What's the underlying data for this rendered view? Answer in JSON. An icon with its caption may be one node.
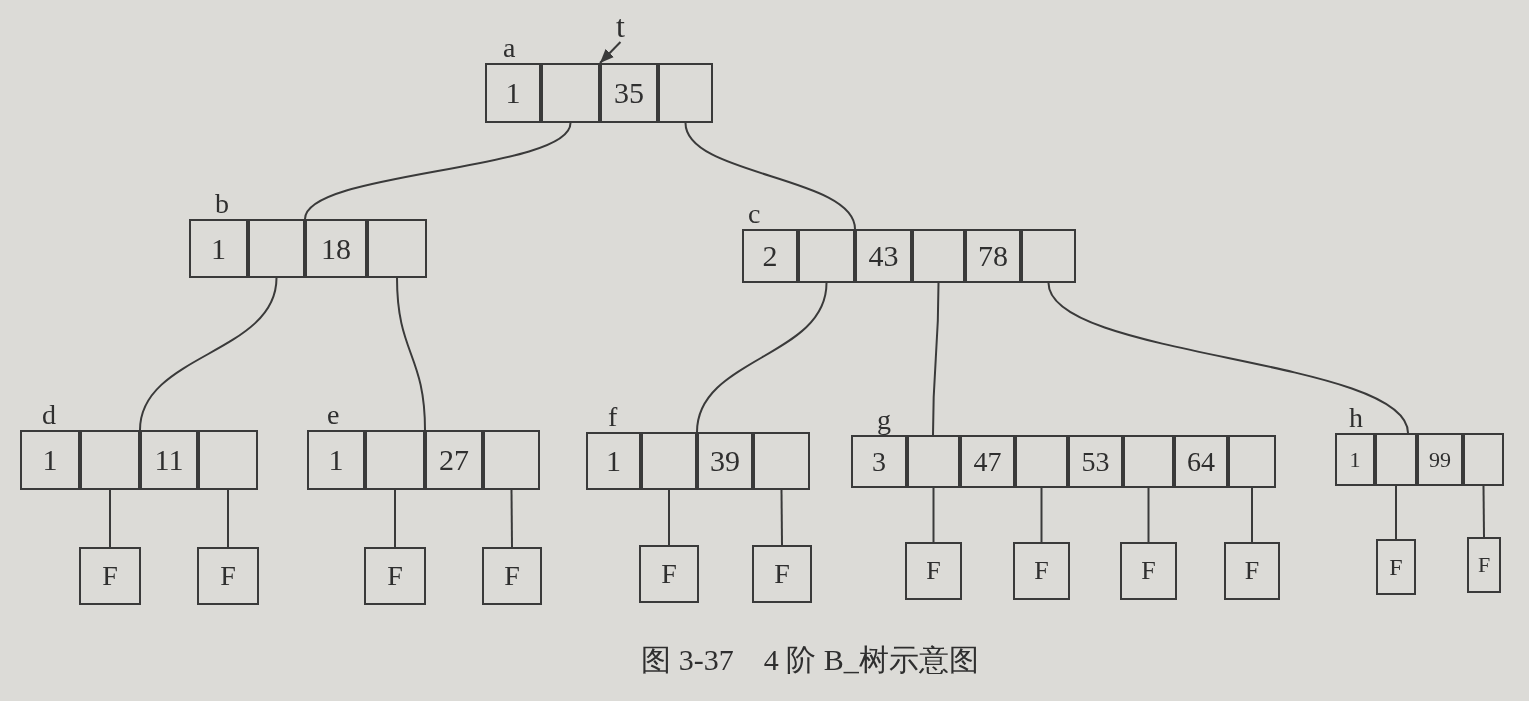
{
  "diagram": {
    "caption": "图 3-37　4 阶 B_树示意图",
    "nodes": [
      {
        "text": [
          "a"
        ]
      },
      {
        "text": [
          "1"
        ],
        "in": 0
      },
      {
        "text": [],
        "shape": "box",
        "in": 0
      },
      {
        "text": [
          "35"
        ],
        "in": 0
      },
      {
        "text": [],
        "shape": "box",
        "in": 0
      },
      {
        "text": [
          "t"
        ]
      },
      {
        "text": [
          "b"
        ]
      },
      {
        "text": [
          "1"
        ],
        "in": 6
      },
      {
        "text": [],
        "shape": "box",
        "in": 6
      },
      {
        "text": [
          "18"
        ],
        "in": 6
      },
      {
        "text": [],
        "shape": "box",
        "in": 6
      },
      {
        "text": [
          "c"
        ]
      },
      {
        "text": [
          "2"
        ],
        "in": 11
      },
      {
        "text": [],
        "shape": "box",
        "in": 11
      },
      {
        "text": [
          "43"
        ],
        "in": 11
      },
      {
        "text": [],
        "shape": "box",
        "in": 11
      },
      {
        "text": [
          "78"
        ],
        "in": 11
      },
      {
        "text": [],
        "shape": "box",
        "in": 11
      },
      {
        "text": [
          "d"
        ]
      },
      {
        "text": [
          "1"
        ],
        "in": 18
      },
      {
        "text": [],
        "shape": "box",
        "in": 18
      },
      {
        "text": [
          "11"
        ],
        "in": 18
      },
      {
        "text": [],
        "shape": "box",
        "in": 18
      },
      {
        "text": [
          "e"
        ]
      },
      {
        "text": [
          "1"
        ],
        "in": 23
      },
      {
        "text": [],
        "shape": "box",
        "in": 23
      },
      {
        "text": [
          "27"
        ],
        "in": 23
      },
      {
        "text": [],
        "shape": "box",
        "in": 23
      },
      {
        "text": [
          "f"
        ]
      },
      {
        "text": [
          "1"
        ],
        "in": 28
      },
      {
        "text": [],
        "shape": "box",
        "in": 28
      },
      {
        "text": [
          "39"
        ],
        "in": 28
      },
      {
        "text": [],
        "shape": "box",
        "in": 28
      },
      {
        "text": [
          "g"
        ]
      },
      {
        "text": [
          "3"
        ],
        "in": 33
      },
      {
        "text": [],
        "shape": "box",
        "in": 33
      },
      {
        "text": [
          "47"
        ],
        "in": 33
      },
      {
        "text": [],
        "shape": "box",
        "in": 33
      },
      {
        "text": [
          "53"
        ],
        "in": 33
      },
      {
        "text": [],
        "shape": "box",
        "in": 33
      },
      {
        "text": [
          "64"
        ],
        "in": 33
      },
      {
        "text": [],
        "shape": "box",
        "in": 33
      },
      {
        "text": [
          "h"
        ]
      },
      {
        "text": [
          "1"
        ],
        "in": 42
      },
      {
        "text": [],
        "shape": "box",
        "in": 42
      },
      {
        "text": [
          "99"
        ],
        "in": 42
      },
      {
        "text": [],
        "shape": "box",
        "in": 42
      },
      {
        "text": [
          "F"
        ]
      },
      {
        "text": [
          "F"
        ]
      },
      {
        "text": [
          "F"
        ]
      },
      {
        "text": [
          "F"
        ]
      },
      {
        "text": [
          "F"
        ]
      },
      {
        "text": [
          "F"
        ]
      },
      {
        "text": [
          "F"
        ]
      },
      {
        "text": [
          "F"
        ]
      },
      {
        "text": [
          "F"
        ]
      },
      {
        "text": [
          "F"
        ]
      },
      {
        "text": [
          "F"
        ]
      },
      {
        "text": [
          "F"
        ]
      }
    ],
    "edges": [
      {
        "from": 5,
        "to": 0,
        "arrow": "to"
      },
      {
        "from": 2,
        "to": 6,
        "arrow": "none"
      },
      {
        "from": 4,
        "to": 11,
        "arrow": "none"
      },
      {
        "from": 8,
        "to": 18,
        "arrow": "none"
      },
      {
        "from": 10,
        "to": 23,
        "arrow": "none"
      },
      {
        "from": 13,
        "to": 28,
        "arrow": "none"
      },
      {
        "from": 15,
        "to": 33,
        "arrow": "none"
      },
      {
        "from": 17,
        "to": 42,
        "arrow": "none"
      },
      {
        "from": 20,
        "to": 47,
        "arrow": "none"
      },
      {
        "from": 22,
        "to": 48,
        "arrow": "none"
      },
      {
        "from": 25,
        "to": 49,
        "arrow": "none"
      },
      {
        "from": 27,
        "to": 50,
        "arrow": "none"
      },
      {
        "from": 30,
        "to": 51,
        "arrow": "none"
      },
      {
        "from": 32,
        "to": 52,
        "arrow": "none"
      },
      {
        "from": 35,
        "to": 53,
        "arrow": "none"
      },
      {
        "from": 37,
        "to": 54,
        "arrow": "none"
      },
      {
        "from": 39,
        "to": 55,
        "arrow": "none"
      },
      {
        "from": 41,
        "to": 56,
        "arrow": "none"
      },
      {
        "from": 44,
        "to": 57,
        "arrow": "none"
      },
      {
        "from": 46,
        "to": 58,
        "arrow": "none"
      }
    ]
  }
}
